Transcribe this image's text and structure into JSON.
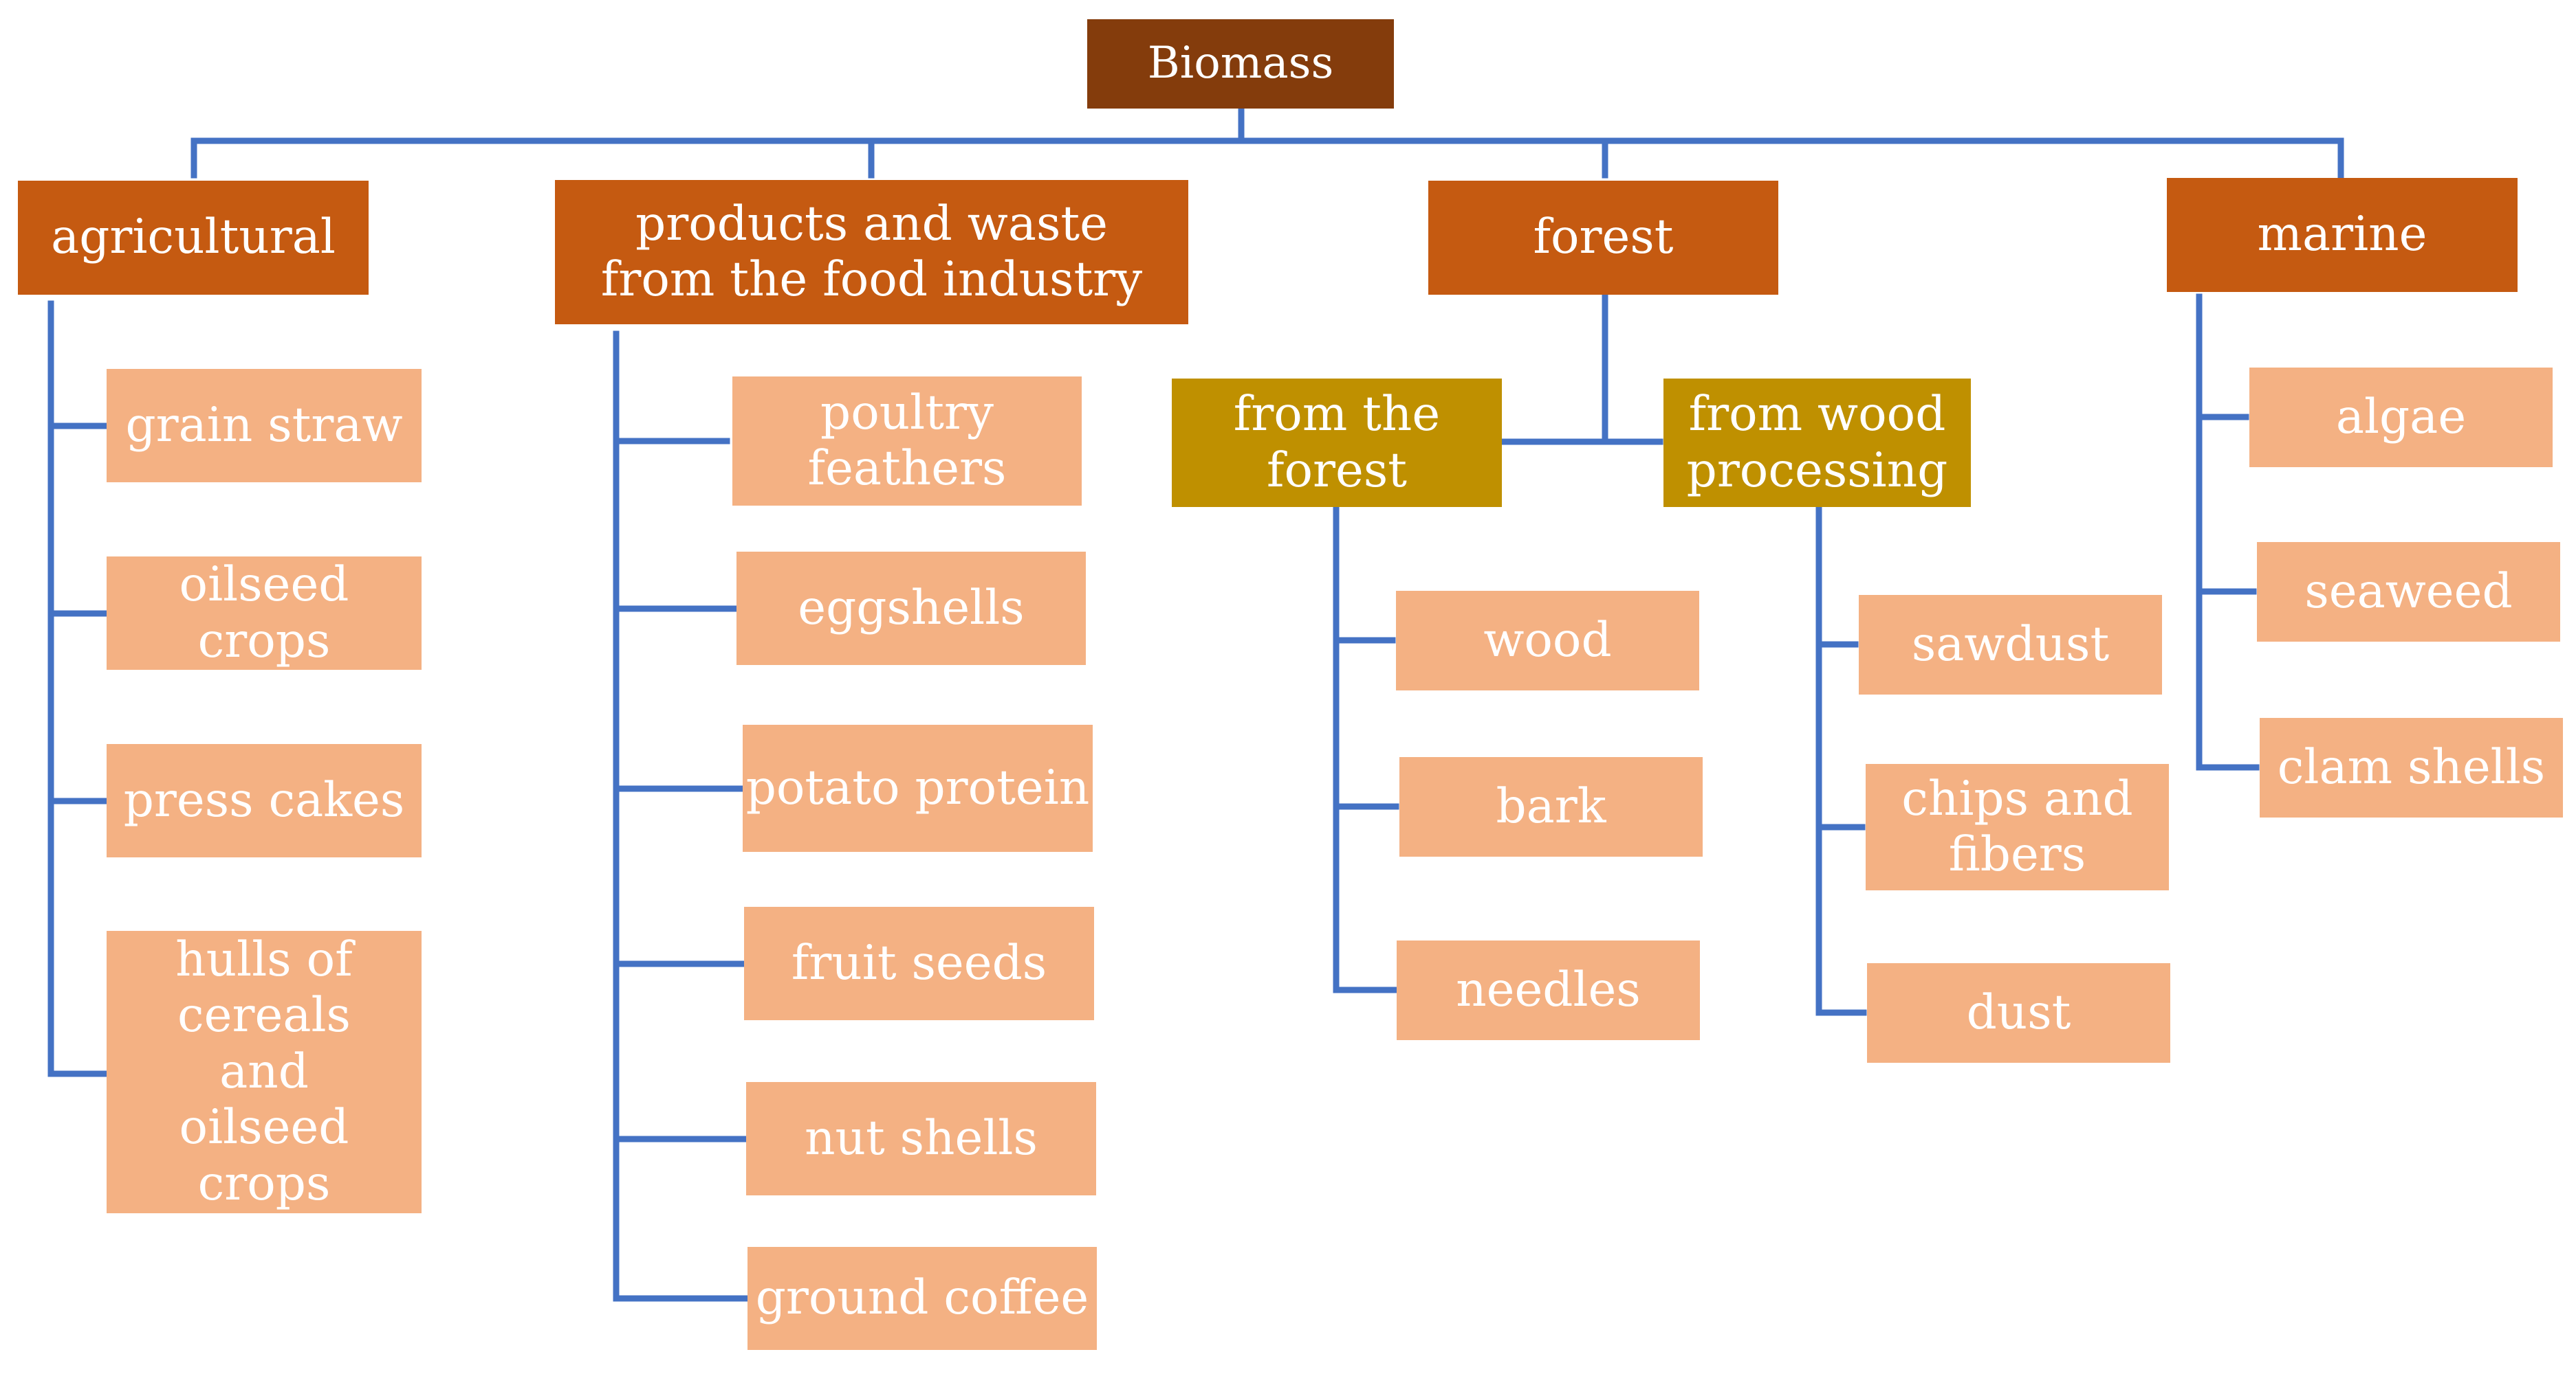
{
  "diagram": {
    "root": "Biomass",
    "categories": {
      "agricultural": {
        "label": "agricultural",
        "items": [
          "grain straw",
          "oilseed crops",
          "press cakes",
          "hulls of cereals and oilseed crops"
        ]
      },
      "food": {
        "label": "products and waste from the food industry",
        "items": [
          "poultry feathers",
          "eggshells",
          "potato protein",
          "fruit seeds",
          "nut shells",
          "ground coffee"
        ]
      },
      "forest": {
        "label": "forest",
        "subgroups": [
          {
            "label": "from the forest",
            "items": [
              "wood",
              "bark",
              "needles"
            ]
          },
          {
            "label": "from wood processing",
            "items": [
              "sawdust",
              "chips and fibers",
              "dust"
            ]
          }
        ]
      },
      "marine": {
        "label": "marine",
        "items": [
          "algae",
          "seaweed",
          "clam shells"
        ]
      }
    },
    "colors": {
      "root": "#843C0C",
      "category": "#C55A11",
      "subgroup": "#BF9000",
      "leaf": "#F4B183",
      "connector": "#4472C4",
      "text": "#FFFFFF"
    }
  }
}
